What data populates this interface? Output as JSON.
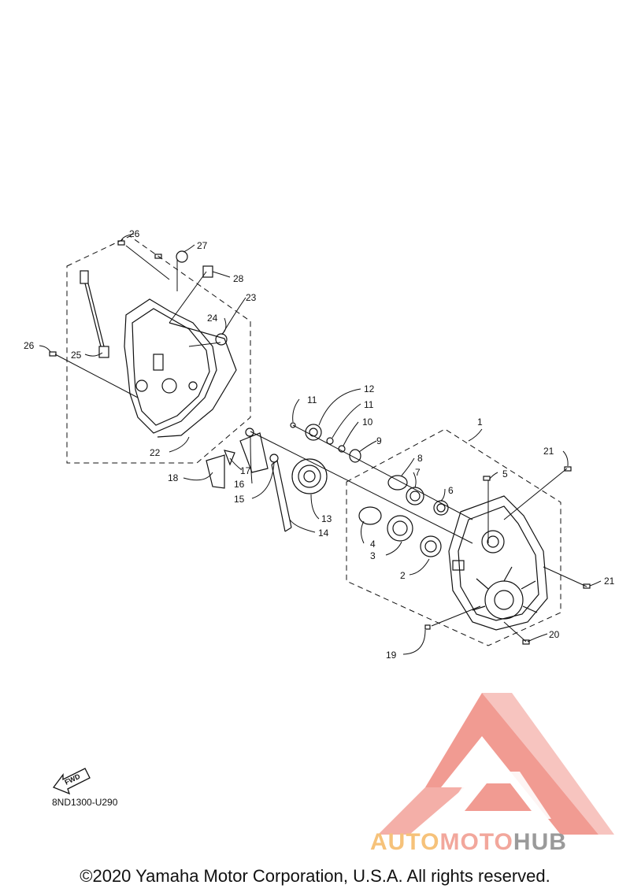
{
  "diagram": {
    "code": "8ND1300-U290",
    "fwd_label": "FWD",
    "copyright": "©2020 Yamaha Motor Corporation, U.S.A. All rights reserved.",
    "watermark": {
      "part1": "AUTO",
      "part2": "MOTO",
      "part3": "HUB",
      "colors": {
        "auto": "#f6c27a",
        "moto": "#f2a79c",
        "hub": "#9a9a9a",
        "logo": "#ef8a80"
      }
    },
    "callouts": [
      "1",
      "2",
      "3",
      "4",
      "5",
      "6",
      "7",
      "8",
      "9",
      "10",
      "11",
      "11",
      "12",
      "13",
      "14",
      "15",
      "16",
      "17",
      "18",
      "19",
      "20",
      "21",
      "21",
      "22",
      "23",
      "24",
      "25",
      "26",
      "26",
      "27",
      "28"
    ]
  }
}
